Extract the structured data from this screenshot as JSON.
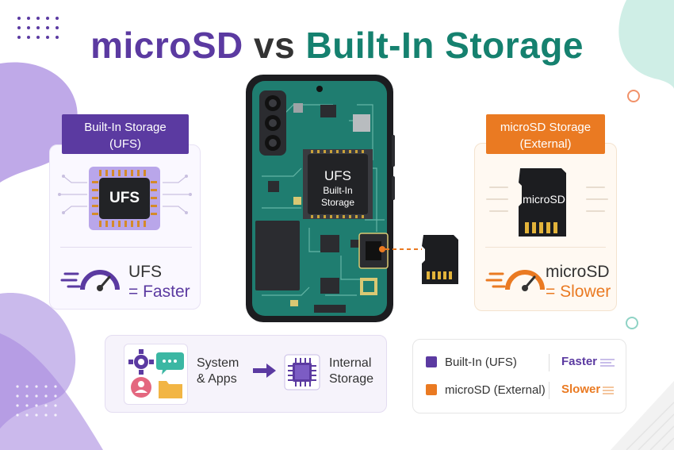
{
  "title": {
    "part1": "microSD",
    "part2": "vs",
    "part3": "Built-In Storage"
  },
  "colors": {
    "purple": "#5b3aa1",
    "teal": "#15816f",
    "orange": "#ea7a22",
    "board": "#1f7d70"
  },
  "left_panel": {
    "tag_line1": "Built-In Storage",
    "tag_line2": "(UFS)",
    "chip_label": "UFS",
    "speed_name": "UFS",
    "speed_value": "= Faster"
  },
  "right_panel": {
    "tag_line1": "microSD Storage",
    "tag_line2": "(External)",
    "card_label": "microSD",
    "speed_name": "microSD",
    "speed_value": "= Slower"
  },
  "phone": {
    "chip_line1": "UFS",
    "chip_line2": "Built-In",
    "chip_line3": "Storage"
  },
  "flow": {
    "source_line1": "System",
    "source_line2": "& Apps",
    "target_line1": "Internal",
    "target_line2": "Storage"
  },
  "legend": {
    "items": [
      {
        "label": "Built-In (UFS)",
        "speed": "Faster",
        "color": "#5b3aa1",
        "speed_color": "#5b3aa1"
      },
      {
        "label": "microSD (External)",
        "speed": "Slower",
        "color": "#ea7a22",
        "speed_color": "#ea7a22"
      }
    ]
  }
}
